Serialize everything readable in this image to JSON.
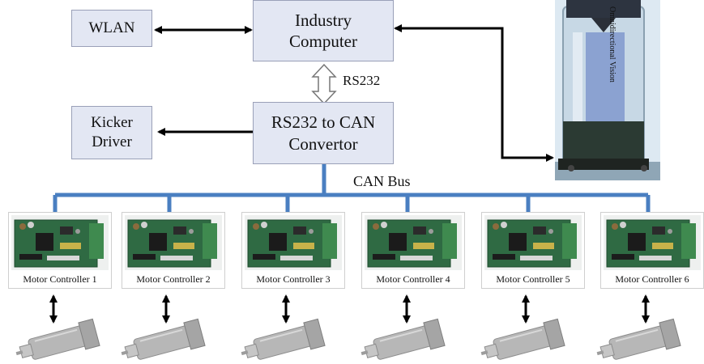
{
  "blocks": {
    "wlan": "WLAN",
    "industry_computer": [
      "Industry",
      "Computer"
    ],
    "kicker_driver": [
      "Kicker",
      "Driver"
    ],
    "converter": [
      "RS232 to CAN",
      "Convertor"
    ]
  },
  "labels": {
    "rs232": "RS232",
    "can_bus": "CAN Bus",
    "vision": "Omnidirectional Vision"
  },
  "controllers": [
    "Motor Controller 1",
    "Motor Controller 2",
    "Motor Controller 3",
    "Motor Controller 4",
    "Motor Controller 5",
    "Motor Controller 6"
  ],
  "colors": {
    "block_fill": "#e3e7f3",
    "block_border": "#9aa0b8",
    "bus": "#4a7fc1",
    "arrow": "#000000"
  }
}
